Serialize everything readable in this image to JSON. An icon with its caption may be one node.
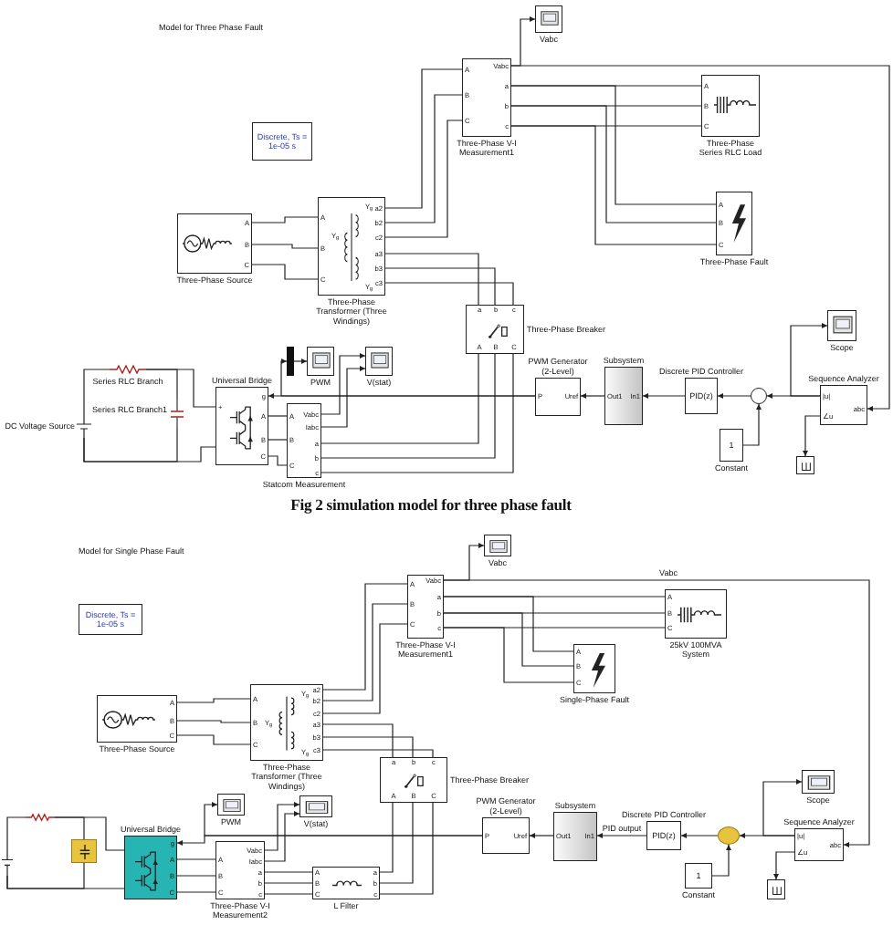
{
  "diagram": {
    "caption": "Fig 2 simulation model for three phase fault",
    "labels": [
      "Model for Three Phase Fault",
      "Model for Single Phase Fault"
    ],
    "nodes": [
      {
        "text": [
          "Discrete, Ts = 1e-05 s"
        ]
      },
      {
        "text": [
          "A",
          "B",
          "C",
          "Three-Phase Source"
        ]
      },
      {
        "text": [
          "A",
          "B",
          "C",
          "a2",
          "b2",
          "c2",
          "a3",
          "b3",
          "c3",
          "Y$_{g}$",
          "Y$_{g}$",
          "Y$_{g}$",
          "Three-Phase Transformer (Three Windings)"
        ]
      },
      {
        "text": [
          "A",
          "B",
          "C",
          "Vabc",
          "a",
          "b",
          "c",
          "Three-Phase V-I Measurement1"
        ]
      },
      {
        "text": [
          "Vabc"
        ]
      },
      {
        "text": [
          "A",
          "B",
          "C",
          "Three-Phase Series RLC Load"
        ]
      },
      {
        "text": [
          "A",
          "B",
          "C",
          "Three-Phase Fault"
        ]
      },
      {
        "text": [
          "a",
          "b",
          "c",
          "Three-Phase Breaker",
          "A",
          "B",
          "C"
        ]
      },
      {
        "text": [
          "Series RLC Branch"
        ]
      },
      {
        "text": [
          "Series RLC Branch1"
        ]
      },
      {
        "text": [
          "DC Voltage Source"
        ]
      },
      {
        "text": [
          "Universal Bridge",
          "g",
          "+",
          "A",
          "B",
          "C"
        ]
      },
      {
        "text": [],
        "shape": "bar"
      },
      {
        "text": [
          "PWM"
        ]
      },
      {
        "text": [
          "V(stat)"
        ]
      },
      {
        "text": [
          "Vabc",
          "Iabc",
          "A",
          "B",
          "C",
          "a",
          "b",
          "c",
          "Statcom Measurement"
        ]
      },
      {
        "text": [
          "PWM Generator (2-Level)",
          "P",
          "Uref"
        ]
      },
      {
        "text": [
          "Subsystem",
          "Out1",
          "In1"
        ]
      },
      {
        "text": [
          "Discrete PID Controller",
          "PID(z)"
        ]
      },
      {
        "text": [],
        "shape": "circle"
      },
      {
        "text": [
          "1",
          "Constant"
        ]
      },
      {
        "text": [
          "Scope"
        ]
      },
      {
        "text": [
          "Sequence Analyzer",
          "|u|",
          "abc",
          "∠u"
        ]
      },
      {
        "text": [],
        "shape": "box"
      },
      {
        "text": [
          "Discrete, Ts = 1e-05 s"
        ]
      },
      {
        "text": [
          "A",
          "B",
          "C",
          "Three-Phase Source"
        ]
      },
      {
        "text": [
          "A",
          "B",
          "C",
          "a2",
          "b2",
          "c2",
          "a3",
          "b3",
          "c3",
          "Y$_{g}$",
          "Y$_{g}$",
          "Y$_{g}$",
          "Three-Phase Transformer (Three Windings)"
        ]
      },
      {
        "text": [
          "A",
          "B",
          "C",
          "Vabc",
          "a",
          "b",
          "c",
          "Three-Phase V-I Measurement1"
        ]
      },
      {
        "text": [
          "Vabc"
        ]
      },
      {
        "text": [
          "A",
          "B",
          "C",
          "25kV 100MVA System"
        ]
      },
      {
        "text": [
          "A",
          "B",
          "C",
          "Single-Phase Fault"
        ]
      },
      {
        "text": [
          "a",
          "b",
          "c",
          "Three-Phase Breaker",
          "A",
          "B",
          "C"
        ]
      },
      {
        "text": [],
        "shape": "resistor"
      },
      {
        "text": [],
        "shape": "capacitor"
      },
      {
        "text": [],
        "shape": "battery"
      },
      {
        "text": [
          "Universal Bridge",
          "g",
          "A",
          "B",
          "C"
        ]
      },
      {
        "text": [
          "PWM"
        ]
      },
      {
        "text": [
          "V(stat)"
        ]
      },
      {
        "text": [
          "Vabc",
          "Iabc",
          "A",
          "B",
          "C",
          "a",
          "b",
          "c",
          "Three-Phase V-I Measurement2"
        ]
      },
      {
        "text": [
          "A",
          "B",
          "C",
          "a",
          "b",
          "c",
          "L Filter"
        ]
      },
      {
        "text": [
          "PWM Generator (2-Level)",
          "P",
          "Uref"
        ]
      },
      {
        "text": [
          "Subsystem",
          "Out1",
          "In1"
        ]
      },
      {
        "text": [
          "Discrete PID Controller",
          "PID(z)"
        ]
      },
      {
        "text": [],
        "shape": "circle"
      },
      {
        "text": [
          "1",
          "Constant"
        ]
      },
      {
        "text": [
          "Scope"
        ]
      },
      {
        "text": [
          "Sequence Analyzer",
          "|u|",
          "abc",
          "∠u"
        ]
      },
      {
        "text": [],
        "shape": "box"
      }
    ],
    "edges": [
      {
        "from": 1,
        "to": 2,
        "arrow": "none"
      },
      {
        "from": 1,
        "to": 2,
        "arrow": "none"
      },
      {
        "from": 1,
        "to": 2,
        "arrow": "none"
      },
      {
        "from": 2,
        "to": 3,
        "arrow": "none"
      },
      {
        "from": 2,
        "to": 3,
        "arrow": "none"
      },
      {
        "from": 2,
        "to": 3,
        "arrow": "none"
      },
      {
        "from": 2,
        "to": 7,
        "arrow": "none"
      },
      {
        "from": 2,
        "to": 7,
        "arrow": "none"
      },
      {
        "from": 2,
        "to": 7,
        "arrow": "none"
      },
      {
        "from": 3,
        "to": 4,
        "arrow": "to"
      },
      {
        "from": 3,
        "to": 22,
        "arrow": "to"
      },
      {
        "from": 3,
        "to": 5,
        "arrow": "none"
      },
      {
        "from": 3,
        "to": 5,
        "arrow": "none"
      },
      {
        "from": 3,
        "to": 5,
        "arrow": "none"
      },
      {
        "from": 3,
        "to": 6,
        "arrow": "none"
      },
      {
        "from": 3,
        "to": 6,
        "arrow": "none"
      },
      {
        "from": 3,
        "to": 6,
        "arrow": "none"
      },
      {
        "from": 7,
        "to": 15,
        "arrow": "none"
      },
      {
        "from": 7,
        "to": 15,
        "arrow": "none"
      },
      {
        "from": 7,
        "to": 15,
        "arrow": "none"
      },
      {
        "from": 11,
        "to": 15,
        "arrow": "none"
      },
      {
        "from": 11,
        "to": 15,
        "arrow": "none"
      },
      {
        "from": 11,
        "to": 15,
        "arrow": "none"
      },
      {
        "from": 10,
        "to": 8,
        "arrow": "none"
      },
      {
        "from": 8,
        "to": 11,
        "arrow": "none"
      },
      {
        "from": 8,
        "to": 9,
        "arrow": "none"
      },
      {
        "from": 10,
        "to": 9,
        "arrow": "none"
      },
      {
        "from": 10,
        "to": 11,
        "arrow": "none"
      },
      {
        "from": 16,
        "to": 11,
        "arrow": "to"
      },
      {
        "from": 16,
        "to": 12,
        "arrow": "to"
      },
      {
        "from": 12,
        "to": 13,
        "arrow": "to"
      },
      {
        "from": 15,
        "to": 14,
        "arrow": "to"
      },
      {
        "from": 15,
        "to": 14,
        "arrow": "to"
      },
      {
        "from": 22,
        "to": 19,
        "arrow": "to"
      },
      {
        "from": 22,
        "to": 21,
        "arrow": "to"
      },
      {
        "from": 22,
        "to": 23,
        "arrow": "to"
      },
      {
        "from": 20,
        "to": 19,
        "arrow": "to"
      },
      {
        "from": 19,
        "to": 18,
        "arrow": "to"
      },
      {
        "from": 18,
        "to": 17,
        "arrow": "to"
      },
      {
        "from": 17,
        "to": 16,
        "arrow": "to"
      },
      {
        "from": 25,
        "to": 26,
        "arrow": "none"
      },
      {
        "from": 25,
        "to": 26,
        "arrow": "none"
      },
      {
        "from": 25,
        "to": 26,
        "arrow": "none"
      },
      {
        "from": 26,
        "to": 27,
        "arrow": "none"
      },
      {
        "from": 26,
        "to": 27,
        "arrow": "none"
      },
      {
        "from": 26,
        "to": 27,
        "arrow": "none"
      },
      {
        "from": 26,
        "to": 31,
        "arrow": "none"
      },
      {
        "from": 26,
        "to": 31,
        "arrow": "none"
      },
      {
        "from": 26,
        "to": 31,
        "arrow": "none"
      },
      {
        "from": 27,
        "to": 28,
        "arrow": "to"
      },
      {
        "from": 27,
        "to": 46,
        "arrow": "to",
        "label": "Vabc"
      },
      {
        "from": 27,
        "to": 29,
        "arrow": "none"
      },
      {
        "from": 27,
        "to": 29,
        "arrow": "none"
      },
      {
        "from": 27,
        "to": 29,
        "arrow": "none"
      },
      {
        "from": 27,
        "to": 30,
        "arrow": "none"
      },
      {
        "from": 27,
        "to": 30,
        "arrow": "none"
      },
      {
        "from": 27,
        "to": 30,
        "arrow": "none"
      },
      {
        "from": 31,
        "to": 39,
        "arrow": "none"
      },
      {
        "from": 31,
        "to": 39,
        "arrow": "none"
      },
      {
        "from": 31,
        "to": 39,
        "arrow": "none"
      },
      {
        "from": 38,
        "to": 39,
        "arrow": "none"
      },
      {
        "from": 38,
        "to": 39,
        "arrow": "none"
      },
      {
        "from": 38,
        "to": 39,
        "arrow": "none"
      },
      {
        "from": 35,
        "to": 38,
        "arrow": "none"
      },
      {
        "from": 35,
        "to": 38,
        "arrow": "none"
      },
      {
        "from": 35,
        "to": 38,
        "arrow": "none"
      },
      {
        "from": 34,
        "to": 32,
        "arrow": "none"
      },
      {
        "from": 32,
        "to": 35,
        "arrow": "none"
      },
      {
        "from": 32,
        "to": 33,
        "arrow": "none"
      },
      {
        "from": 34,
        "to": 33,
        "arrow": "none"
      },
      {
        "from": 34,
        "to": 35,
        "arrow": "none"
      },
      {
        "from": 40,
        "to": 35,
        "arrow": "to"
      },
      {
        "from": 40,
        "to": 36,
        "arrow": "to"
      },
      {
        "from": 38,
        "to": 37,
        "arrow": "to"
      },
      {
        "from": 38,
        "to": 37,
        "arrow": "to"
      },
      {
        "from": 46,
        "to": 43,
        "arrow": "to"
      },
      {
        "from": 46,
        "to": 45,
        "arrow": "to"
      },
      {
        "from": 46,
        "to": 47,
        "arrow": "to"
      },
      {
        "from": 44,
        "to": 43,
        "arrow": "to"
      },
      {
        "from": 43,
        "to": 42,
        "arrow": "to"
      },
      {
        "from": 42,
        "to": 41,
        "arrow": "to",
        "label": "PID output"
      },
      {
        "from": 41,
        "to": 40,
        "arrow": "to"
      }
    ]
  }
}
